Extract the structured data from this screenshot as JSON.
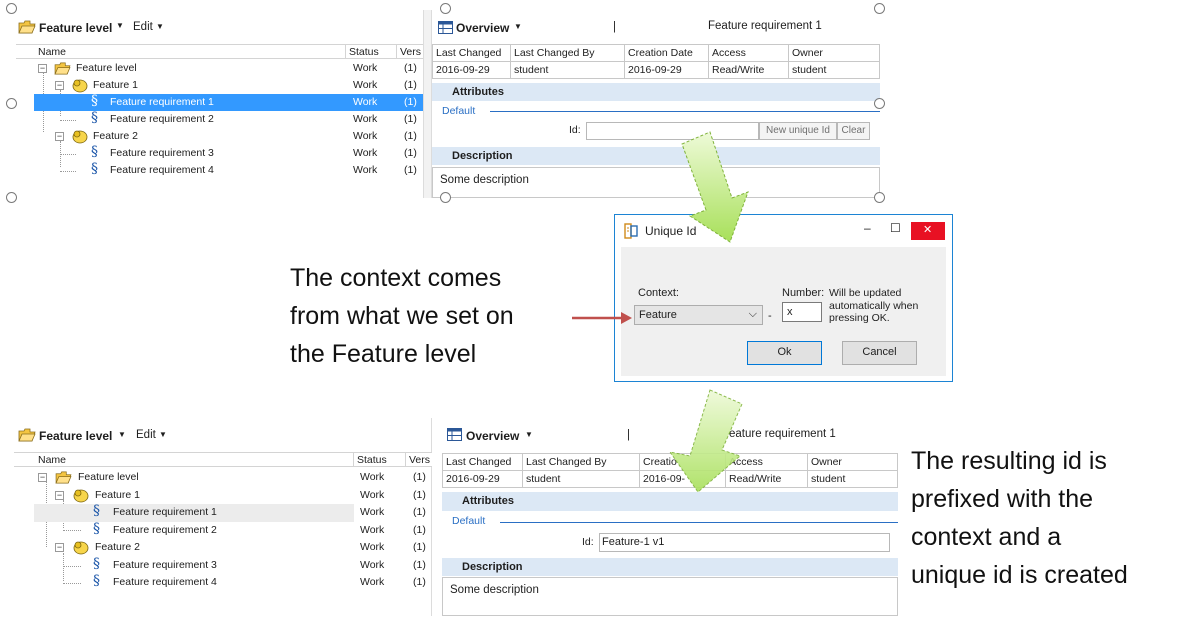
{
  "top_tree": {
    "title": "Feature level",
    "edit_menu": "Edit",
    "columns": [
      "Name",
      "Status",
      "Vers"
    ],
    "rows": [
      {
        "label": "Feature level",
        "status": "Work",
        "version": "(1)"
      },
      {
        "label": "Feature 1",
        "status": "Work",
        "version": "(1)"
      },
      {
        "label": "Feature requirement 1",
        "status": "Work",
        "version": "(1)"
      },
      {
        "label": "Feature requirement 2",
        "status": "Work",
        "version": "(1)"
      },
      {
        "label": "Feature 2",
        "status": "Work",
        "version": "(1)"
      },
      {
        "label": "Feature requirement 3",
        "status": "Work",
        "version": "(1)"
      },
      {
        "label": "Feature requirement 4",
        "status": "Work",
        "version": "(1)"
      }
    ]
  },
  "top_overview": {
    "title": "Overview",
    "separator": "|",
    "item_name": "Feature requirement 1",
    "table_headers": [
      "Last Changed",
      "Last Changed By",
      "Creation Date",
      "Access",
      "Owner"
    ],
    "table_values": [
      "2016-09-29",
      "student",
      "2016-09-29",
      "Read/Write",
      "student"
    ],
    "attributes_label": "Attributes",
    "default_tab": "Default",
    "id_label": "Id:",
    "id_value": "",
    "new_unique_id_button": "New unique Id",
    "clear_button": "Clear",
    "description_label": "Description",
    "description_text": "Some description"
  },
  "dialog": {
    "title": "Unique Id",
    "minimize": "–",
    "maximize": "☐",
    "close": "✕",
    "context_label": "Context:",
    "context_value": "Feature",
    "dash": "-",
    "number_label": "Number:",
    "number_value": "x",
    "hint": "Will be updated automatically when pressing OK.",
    "ok_button": "Ok",
    "cancel_button": "Cancel"
  },
  "annotations": {
    "context_note_line1": "The context comes",
    "context_note_line2": "from what we set on",
    "context_note_line3": "the Feature level",
    "result_note_line1": "The resulting id is",
    "result_note_line2": "prefixed with the",
    "result_note_line3": "context and a",
    "result_note_line4": "unique id is created"
  },
  "bottom_tree": {
    "title": "Feature level",
    "edit_menu": "Edit",
    "columns": [
      "Name",
      "Status",
      "Vers"
    ],
    "rows": [
      {
        "label": "Feature level",
        "status": "Work",
        "version": "(1)"
      },
      {
        "label": "Feature 1",
        "status": "Work",
        "version": "(1)"
      },
      {
        "label": "Feature requirement 1",
        "status": "Work",
        "version": "(1)"
      },
      {
        "label": "Feature requirement 2",
        "status": "Work",
        "version": "(1)"
      },
      {
        "label": "Feature 2",
        "status": "Work",
        "version": "(1)"
      },
      {
        "label": "Feature requirement 3",
        "status": "Work",
        "version": "(1)"
      },
      {
        "label": "Feature requirement 4",
        "status": "Work",
        "version": "(1)"
      }
    ]
  },
  "bottom_overview": {
    "title": "Overview",
    "separator": "|",
    "item_name": "eature requirement 1",
    "table_headers": [
      "Last Changed",
      "Last Changed By",
      "Creatio",
      "Access",
      "Owner"
    ],
    "table_values": [
      "2016-09-29",
      "student",
      "2016-09-",
      "Read/Write",
      "student"
    ],
    "attributes_label": "Attributes",
    "default_tab": "Default",
    "id_label": "Id:",
    "id_value": "Feature-1 v1",
    "description_label": "Description",
    "description_text": "Some description"
  },
  "colors": {
    "selection": "#3399ff",
    "section_bar": "#dce8f5",
    "tab_blue": "#2a6fc4",
    "arrow_green": "#b5e86a",
    "arrow_red": "#c0504d",
    "dialog_border": "#1c84d4",
    "close_red": "#e81123"
  },
  "icons": [
    "folder-icon",
    "feature-icon",
    "section-icon",
    "overview-grid-icon",
    "unique-id-app-icon",
    "dropdown-chevron-icon"
  ]
}
